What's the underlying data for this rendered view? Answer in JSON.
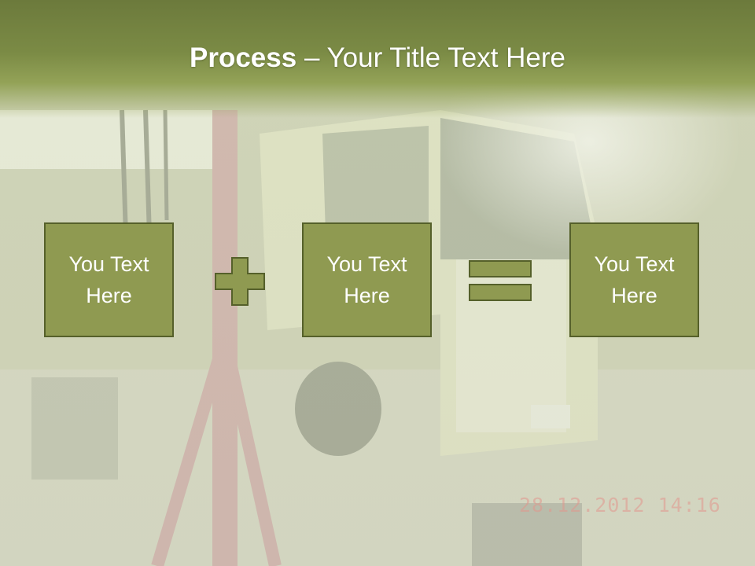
{
  "slide": {
    "title_bold": "Process",
    "title_rest": " – Your Title Text Here",
    "boxes": [
      {
        "text": "You Text Here"
      },
      {
        "text": "You Text Here"
      },
      {
        "text": "You Text Here"
      }
    ],
    "operators": {
      "first": "plus-icon",
      "second": "equals-icon"
    },
    "colors": {
      "header": "#7b8b45",
      "box_fill": "#8f9a51",
      "box_border": "#55602a",
      "text": "#ffffff"
    },
    "photo_timestamp": "28.12.2012 14:16"
  }
}
